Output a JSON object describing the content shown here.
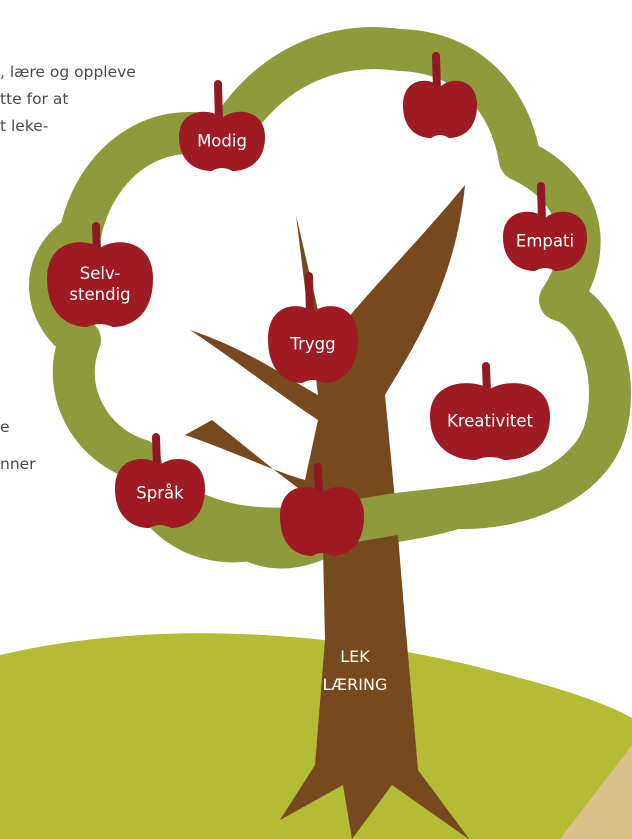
{
  "colors": {
    "grass": "#b4bc36",
    "path": "#d9bf8a",
    "canopy": "#8f9a3d",
    "trunk": "#77491f",
    "apple": "#9e1b23",
    "stem": "#8f1a21",
    "text": "#4a4a4a",
    "label": "#ffffff"
  },
  "text_fragments": {
    "line1": ", lære og oppleve",
    "line2": "tte for at",
    "line3": "t leke-",
    "line4": "e",
    "line5": "nner"
  },
  "trunk": {
    "line1": "LEK",
    "line2": "LÆRING"
  },
  "apples": [
    {
      "name": "modig",
      "lines": [
        "Modig"
      ]
    },
    {
      "name": "top",
      "lines": []
    },
    {
      "name": "empati",
      "lines": [
        "Empati"
      ]
    },
    {
      "name": "selvstendig",
      "lines": [
        "Selv-",
        "stendig"
      ]
    },
    {
      "name": "trygg",
      "lines": [
        "Trygg"
      ]
    },
    {
      "name": "kreativitet",
      "lines": [
        "Kreativitet"
      ]
    },
    {
      "name": "sprak",
      "lines": [
        "Språk"
      ]
    },
    {
      "name": "bottom",
      "lines": []
    }
  ]
}
